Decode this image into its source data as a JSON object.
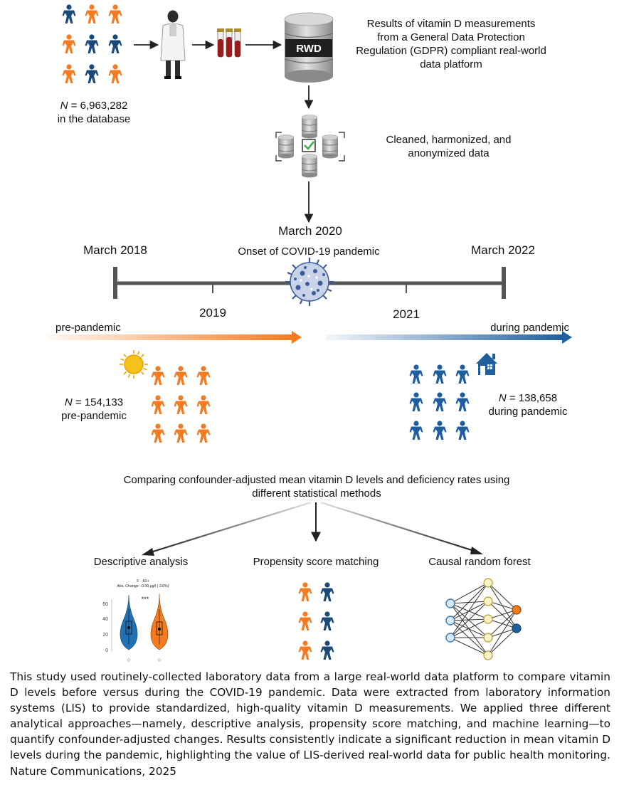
{
  "colors": {
    "orange": "#F47B20",
    "blue": "#1F5F9E",
    "navy": "#1B4A7A",
    "timeline": "#555555",
    "virus": "#3E5C9A"
  },
  "database": {
    "n_label": "N",
    "n_value": " = 6,963,282",
    "n_caption": "in the database",
    "rwd_label": "RWD",
    "results_text": "Results of vitamin D measurements from a General Data Protection Regulation (GDPR) compliant real-world data platform",
    "cleaned_text": "Cleaned, harmonized, and anonymized data"
  },
  "timeline": {
    "start_label": "March 2018",
    "onset_date": "March 2020",
    "onset_label": "Onset of COVID-19 pandemic",
    "end_label": "March 2022",
    "tick_2019": "2019",
    "tick_2021": "2021",
    "pre_label": "pre-pandemic",
    "during_label": "during pandemic"
  },
  "cohorts": {
    "pre_n_label": "N",
    "pre_n_value": " = 154,133",
    "pre_caption": "pre-pandemic",
    "during_n_label": "N",
    "during_n_value": " = 138,658",
    "during_caption": "during pandemic"
  },
  "comparison": {
    "text": "Comparing confounder-adjusted mean vitamin D levels and deficiency rates using different statistical methods"
  },
  "methods": [
    {
      "label": "Descriptive analysis"
    },
    {
      "label": "Propensity score matching"
    },
    {
      "label": "Causal random forest"
    }
  ],
  "violin_inset": {
    "title": "F · 60+",
    "subtitle": "Abs. Change: -0.99 µg/l (-3.6%)",
    "significance": "***",
    "y_ticks": [
      "60",
      "40",
      "20",
      "0"
    ]
  },
  "caption": "This study used routinely-collected laboratory data from a large real-world data platform to compare vitamin D levels before versus during the COVID-19 pandemic. Data were extracted from laboratory information systems (LIS) to provide standardized, high-quality vitamin D measurements. We applied three different analytical approaches—namely, descriptive analysis, propensity score matching, and machine learning—to quantify confounder-adjusted changes. Results consistently indicate a significant reduction in mean vitamin D levels during the pandemic, highlighting the value of LIS-derived real-world data for public health monitoring. Nature Communications, 2025"
}
